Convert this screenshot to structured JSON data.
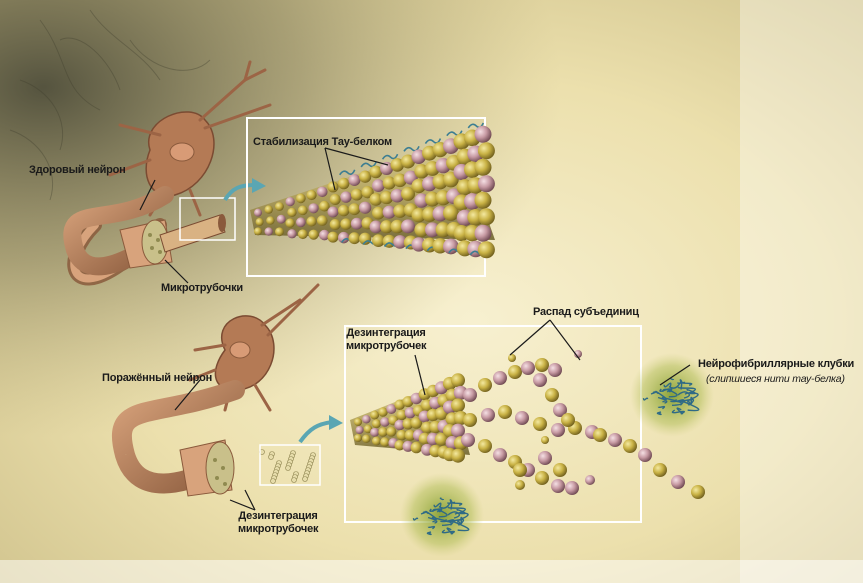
{
  "labels": {
    "healthy_neuron": "Здоровый нейрон",
    "tau_stabilization": "Стабилизация Тау-белком",
    "microtubules": "Микротрубочки",
    "affected_neuron": "Поражённый нейрон",
    "disintegration_top_line1": "Дезинтеграция",
    "disintegration_top_line2": "микротрубочек",
    "subunit_breakdown": "Распад субъединиц",
    "tangles": "Нейрофибриллярные клубки",
    "tangles_note": "(слипшиеся нити тау-белка)",
    "disintegration_bottom_line1": "Дезинтеграция",
    "disintegration_bottom_line2": "микротрубочек"
  },
  "colors": {
    "background_light": "#f3ecc8",
    "background_dark": "#6b6a4c",
    "neuron_body": "#b47a55",
    "subunit_gold": "#c9b245",
    "subunit_pink": "#c79aa3",
    "tau_blue": "#3d7e92",
    "frame": "#ffffff"
  }
}
